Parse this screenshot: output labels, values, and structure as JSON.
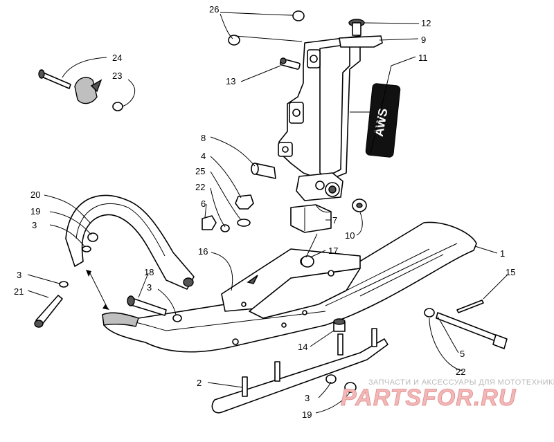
{
  "callouts": {
    "p1": "1",
    "p2": "2",
    "p3a": "3",
    "p3b": "3",
    "p3c": "3",
    "p3d": "3",
    "p4": "4",
    "p5": "5",
    "p6": "6",
    "p7": "7",
    "p8": "8",
    "p9": "9",
    "p10": "10",
    "p11": "11",
    "p12": "12",
    "p13": "13",
    "p14": "14",
    "p15": "15",
    "p16": "16",
    "p17": "17",
    "p18": "18",
    "p19a": "19",
    "p19b": "19",
    "p20": "20",
    "p21": "21",
    "p22a": "22",
    "p22b": "22",
    "p23": "23",
    "p24": "24",
    "p25": "25",
    "p26": "26"
  },
  "decal": {
    "text": "AWS"
  },
  "watermark": {
    "caption": "ЗАПЧАСТИ И АКСЕССУАРЫ ДЛЯ МОТОТЕХНИКИ",
    "logo": "PARTSFOR.RU"
  }
}
